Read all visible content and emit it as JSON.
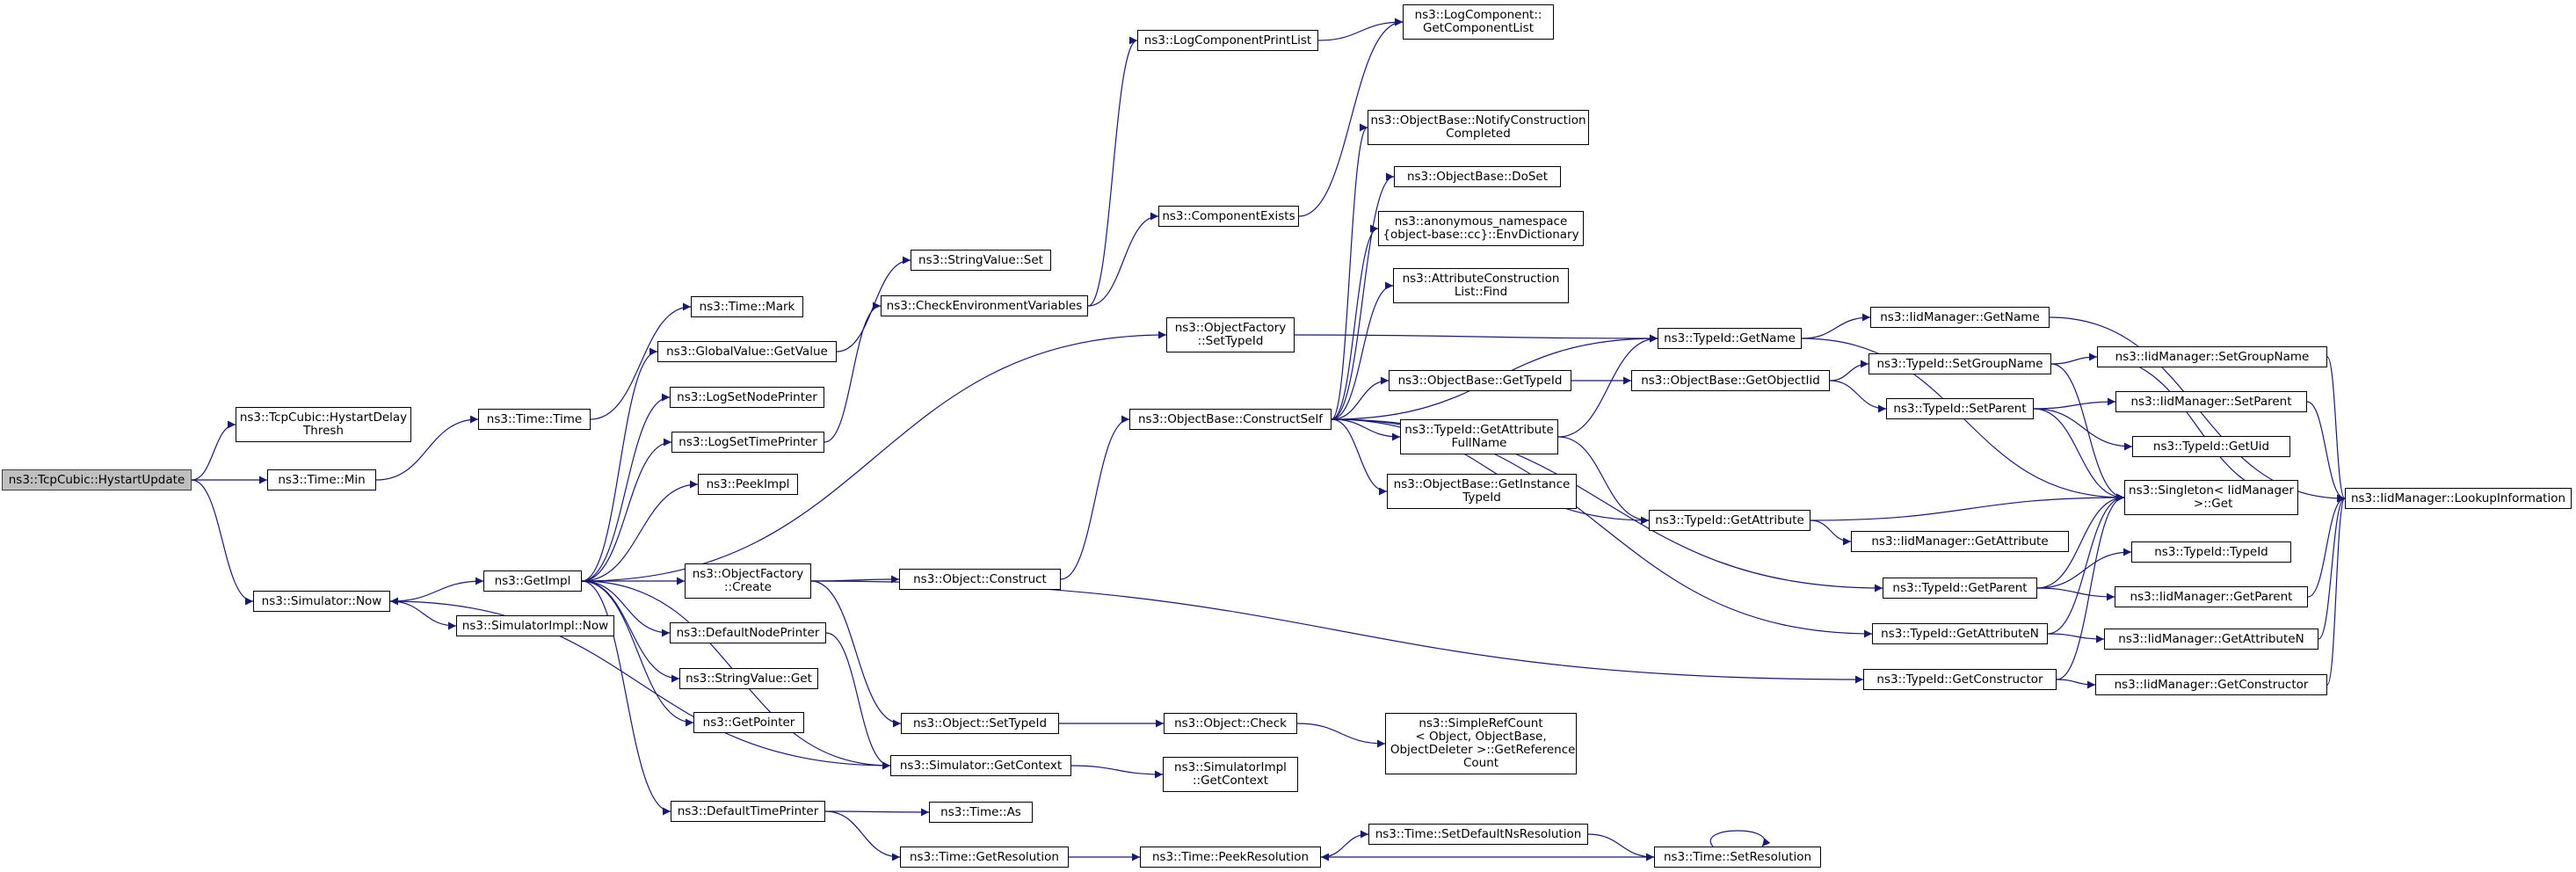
{
  "graph": {
    "edge_color": "#191970",
    "root_fill": "#bfbfbf",
    "nodes": [
      {
        "id": "hystart_update",
        "label": "ns3::TcpCubic::HystartUpdate",
        "root": true
      },
      {
        "id": "hystart_delay_thresh",
        "label": "ns3::TcpCubic::HystartDelay\nThresh"
      },
      {
        "id": "time_min",
        "label": "ns3::Time::Min"
      },
      {
        "id": "simulator_now",
        "label": "ns3::Simulator::Now"
      },
      {
        "id": "time_time",
        "label": "ns3::Time::Time"
      },
      {
        "id": "time_mark",
        "label": "ns3::Time::Mark"
      },
      {
        "id": "getimpl",
        "label": "ns3::GetImpl"
      },
      {
        "id": "simulatorimpl_now",
        "label": "ns3::SimulatorImpl::Now"
      },
      {
        "id": "globalvalue_getvalue",
        "label": "ns3::GlobalValue::GetValue"
      },
      {
        "id": "logsetnodeprinter",
        "label": "ns3::LogSetNodePrinter"
      },
      {
        "id": "logsettimeprinter",
        "label": "ns3::LogSetTimePrinter"
      },
      {
        "id": "peekimpl",
        "label": "ns3::PeekImpl"
      },
      {
        "id": "objectfactory_create",
        "label": "ns3::ObjectFactory\n::Create"
      },
      {
        "id": "defaultnodeprinter",
        "label": "ns3::DefaultNodePrinter"
      },
      {
        "id": "stringvalue_get",
        "label": "ns3::StringValue::Get"
      },
      {
        "id": "getpointer",
        "label": "ns3::GetPointer"
      },
      {
        "id": "defaulttimeprinter",
        "label": "ns3::DefaultTimePrinter"
      },
      {
        "id": "stringvalue_set",
        "label": "ns3::StringValue::Set"
      },
      {
        "id": "checkenvironmentvariables",
        "label": "ns3::CheckEnvironmentVariables"
      },
      {
        "id": "object_construct",
        "label": "ns3::Object::Construct"
      },
      {
        "id": "object_settypeid",
        "label": "ns3::Object::SetTypeId"
      },
      {
        "id": "simulator_getcontext",
        "label": "ns3::Simulator::GetContext"
      },
      {
        "id": "time_as",
        "label": "ns3::Time::As"
      },
      {
        "id": "time_getresolution",
        "label": "ns3::Time::GetResolution"
      },
      {
        "id": "logcomponentprintlist",
        "label": "ns3::LogComponentPrintList"
      },
      {
        "id": "componentexists",
        "label": "ns3::ComponentExists"
      },
      {
        "id": "objectfactory_settypeid",
        "label": "ns3::ObjectFactory\n::SetTypeId"
      },
      {
        "id": "objectbase_constructself",
        "label": "ns3::ObjectBase::ConstructSelf"
      },
      {
        "id": "object_check",
        "label": "ns3::Object::Check"
      },
      {
        "id": "simulatorimpl_getcontext",
        "label": "ns3::SimulatorImpl\n::GetContext"
      },
      {
        "id": "time_peekresolution",
        "label": "ns3::Time::PeekResolution"
      },
      {
        "id": "logcomponent_getcomponentlist",
        "label": "ns3::LogComponent::\nGetComponentList"
      },
      {
        "id": "objectbase_notifyconstructioncompleted",
        "label": "ns3::ObjectBase::NotifyConstruction\nCompleted"
      },
      {
        "id": "objectbase_doset",
        "label": "ns3::ObjectBase::DoSet"
      },
      {
        "id": "envdictionary",
        "label": "ns3::anonymous_namespace\n{object-base::cc}::EnvDictionary"
      },
      {
        "id": "attributeconstructionlist_find",
        "label": "ns3::AttributeConstruction\nList::Find"
      },
      {
        "id": "objectbase_gettypeid",
        "label": "ns3::ObjectBase::GetTypeId"
      },
      {
        "id": "typeid_getattributefullname",
        "label": "ns3::TypeId::GetAttribute\nFullName"
      },
      {
        "id": "objectbase_getinstancetypeid",
        "label": "ns3::ObjectBase::GetInstance\nTypeId"
      },
      {
        "id": "getreferencecount",
        "label": "ns3::SimpleRefCount\n< Object, ObjectBase,\n ObjectDeleter >::GetReference\nCount"
      },
      {
        "id": "time_setdefaultnsresolution",
        "label": "ns3::Time::SetDefaultNsResolution"
      },
      {
        "id": "typeid_getname",
        "label": "ns3::TypeId::GetName"
      },
      {
        "id": "objectbase_getobjectiid",
        "label": "ns3::ObjectBase::GetObjectIid"
      },
      {
        "id": "typeid_getattribute",
        "label": "ns3::TypeId::GetAttribute"
      },
      {
        "id": "typeid_getparent",
        "label": "ns3::TypeId::GetParent"
      },
      {
        "id": "typeid_getattributen",
        "label": "ns3::TypeId::GetAttributeN"
      },
      {
        "id": "typeid_getconstructor",
        "label": "ns3::TypeId::GetConstructor"
      },
      {
        "id": "time_setresolution",
        "label": "ns3::Time::SetResolution"
      },
      {
        "id": "iidmanager_getname",
        "label": "ns3::IidManager::GetName"
      },
      {
        "id": "typeid_setgroupname",
        "label": "ns3::TypeId::SetGroupName"
      },
      {
        "id": "typeid_setparent",
        "label": "ns3::TypeId::SetParent"
      },
      {
        "id": "singleton_get",
        "label": "ns3::Singleton< IidManager\n >::Get"
      },
      {
        "id": "iidmanager_getattribute",
        "label": "ns3::IidManager::GetAttribute"
      },
      {
        "id": "iidmanager_setgroupname",
        "label": "ns3::IidManager::SetGroupName"
      },
      {
        "id": "iidmanager_setparent",
        "label": "ns3::IidManager::SetParent"
      },
      {
        "id": "typeid_getuid",
        "label": "ns3::TypeId::GetUid"
      },
      {
        "id": "typeid_typeid",
        "label": "ns3::TypeId::TypeId"
      },
      {
        "id": "iidmanager_getparent",
        "label": "ns3::IidManager::GetParent"
      },
      {
        "id": "iidmanager_getattributen",
        "label": "ns3::IidManager::GetAttributeN"
      },
      {
        "id": "iidmanager_getconstructor",
        "label": "ns3::IidManager::GetConstructor"
      },
      {
        "id": "iidmanager_lookupinformation",
        "label": "ns3::IidManager::LookupInformation"
      }
    ],
    "edges": [
      [
        "hystart_update",
        "hystart_delay_thresh"
      ],
      [
        "hystart_update",
        "time_min"
      ],
      [
        "hystart_update",
        "simulator_now"
      ],
      [
        "time_min",
        "time_time"
      ],
      [
        "time_time",
        "time_mark"
      ],
      [
        "simulator_now",
        "getimpl"
      ],
      [
        "simulator_now",
        "simulatorimpl_now"
      ],
      [
        "getimpl",
        "globalvalue_getvalue"
      ],
      [
        "getimpl",
        "logsetnodeprinter"
      ],
      [
        "getimpl",
        "logsettimeprinter"
      ],
      [
        "getimpl",
        "peekimpl"
      ],
      [
        "getimpl",
        "objectfactory_settypeid"
      ],
      [
        "getimpl",
        "objectfactory_create"
      ],
      [
        "getimpl",
        "defaultnodeprinter"
      ],
      [
        "getimpl",
        "stringvalue_get"
      ],
      [
        "getimpl",
        "getpointer"
      ],
      [
        "getimpl",
        "simulator_getcontext"
      ],
      [
        "getimpl",
        "defaulttimeprinter"
      ],
      [
        "globalvalue_getvalue",
        "stringvalue_set"
      ],
      [
        "logsettimeprinter",
        "checkenvironmentvariables"
      ],
      [
        "checkenvironmentvariables",
        "logcomponentprintlist"
      ],
      [
        "checkenvironmentvariables",
        "componentexists"
      ],
      [
        "logcomponentprintlist",
        "logcomponent_getcomponentlist"
      ],
      [
        "componentexists",
        "logcomponent_getcomponentlist"
      ],
      [
        "objectfactory_settypeid",
        "typeid_getname"
      ],
      [
        "objectfactory_create",
        "object_construct"
      ],
      [
        "objectfactory_create",
        "object_settypeid"
      ],
      [
        "objectfactory_create",
        "typeid_getconstructor"
      ],
      [
        "object_construct",
        "objectbase_constructself"
      ],
      [
        "objectbase_constructself",
        "objectbase_notifyconstructioncompleted"
      ],
      [
        "objectbase_constructself",
        "objectbase_doset"
      ],
      [
        "objectbase_constructself",
        "envdictionary"
      ],
      [
        "objectbase_constructself",
        "attributeconstructionlist_find"
      ],
      [
        "objectbase_constructself",
        "typeid_getname"
      ],
      [
        "objectbase_constructself",
        "objectbase_gettypeid"
      ],
      [
        "objectbase_constructself",
        "typeid_getattributefullname"
      ],
      [
        "objectbase_constructself",
        "objectbase_getinstancetypeid"
      ],
      [
        "objectbase_constructself",
        "typeid_getattribute"
      ],
      [
        "objectbase_constructself",
        "typeid_getparent"
      ],
      [
        "objectbase_constructself",
        "typeid_getattributen"
      ],
      [
        "objectbase_gettypeid",
        "objectbase_getobjectiid"
      ],
      [
        "objectbase_getobjectiid",
        "typeid_setgroupname"
      ],
      [
        "objectbase_getobjectiid",
        "typeid_setparent"
      ],
      [
        "typeid_getattributefullname",
        "typeid_getname"
      ],
      [
        "typeid_getattributefullname",
        "typeid_getattribute"
      ],
      [
        "typeid_getname",
        "iidmanager_getname"
      ],
      [
        "typeid_getname",
        "singleton_get"
      ],
      [
        "iidmanager_getname",
        "iidmanager_lookupinformation"
      ],
      [
        "typeid_setgroupname",
        "iidmanager_setgroupname"
      ],
      [
        "typeid_setgroupname",
        "singleton_get"
      ],
      [
        "iidmanager_setgroupname",
        "iidmanager_lookupinformation"
      ],
      [
        "iidmanager_setgroupname",
        "singleton_get"
      ],
      [
        "typeid_setparent",
        "iidmanager_setparent"
      ],
      [
        "typeid_setparent",
        "typeid_getuid"
      ],
      [
        "typeid_setparent",
        "singleton_get"
      ],
      [
        "iidmanager_setparent",
        "iidmanager_lookupinformation"
      ],
      [
        "typeid_getattribute",
        "iidmanager_getattribute"
      ],
      [
        "typeid_getattribute",
        "singleton_get"
      ],
      [
        "typeid_getparent",
        "typeid_typeid"
      ],
      [
        "typeid_getparent",
        "iidmanager_getparent"
      ],
      [
        "typeid_getparent",
        "singleton_get"
      ],
      [
        "iidmanager_getparent",
        "iidmanager_lookupinformation"
      ],
      [
        "typeid_getattributen",
        "iidmanager_getattributen"
      ],
      [
        "typeid_getattributen",
        "singleton_get"
      ],
      [
        "iidmanager_getattributen",
        "iidmanager_lookupinformation"
      ],
      [
        "typeid_getconstructor",
        "iidmanager_getconstructor"
      ],
      [
        "typeid_getconstructor",
        "singleton_get"
      ],
      [
        "iidmanager_getconstructor",
        "iidmanager_lookupinformation"
      ],
      [
        "object_settypeid",
        "object_check"
      ],
      [
        "object_check",
        "getreferencecount"
      ],
      [
        "defaultnodeprinter",
        "simulator_getcontext"
      ],
      [
        "simulator_getcontext",
        "simulatorimpl_getcontext"
      ],
      [
        "simulator_getcontext",
        "simulator_now"
      ],
      [
        "defaulttimeprinter",
        "time_as"
      ],
      [
        "defaulttimeprinter",
        "time_getresolution"
      ],
      [
        "time_getresolution",
        "time_peekresolution"
      ],
      [
        "time_peekresolution",
        "time_setdefaultnsresolution"
      ],
      [
        "time_setdefaultnsresolution",
        "time_setresolution"
      ],
      [
        "time_setresolution",
        "time_peekresolution"
      ],
      [
        "time_setresolution",
        "time_setresolution"
      ]
    ]
  }
}
